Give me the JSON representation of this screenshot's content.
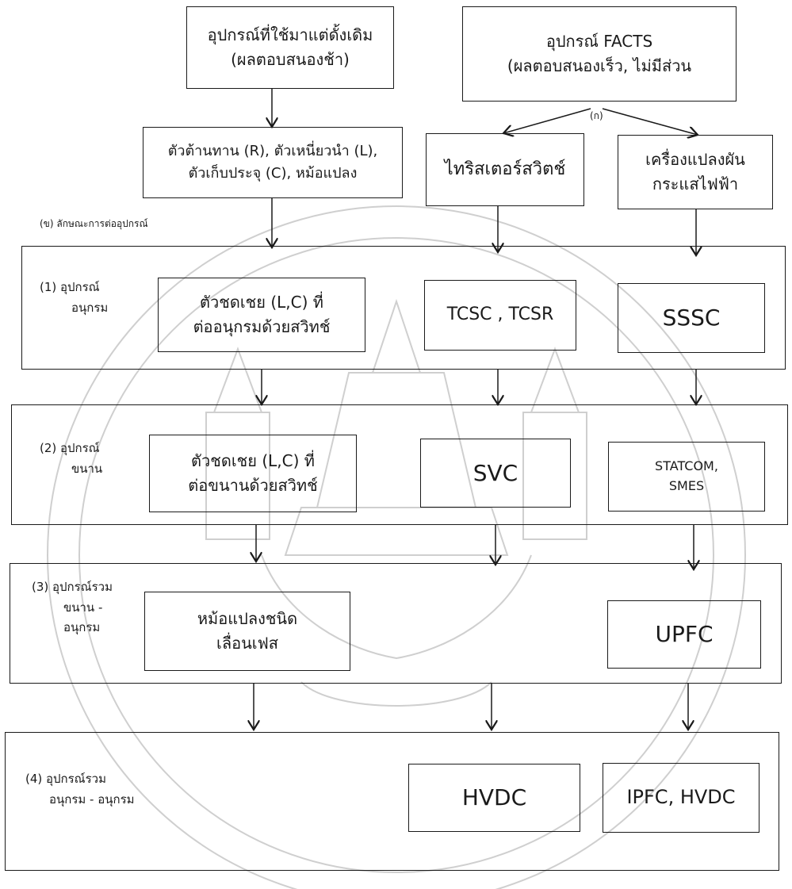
{
  "top": {
    "conventional": {
      "line1": "อุปกรณ์ที่ใช้มาแต่ดั้งเดิม",
      "line2": "(ผลตอบสนองช้า)"
    },
    "facts": {
      "line1": "อุปกรณ์ FACTS",
      "line2": "(ผลตอบสนองเร็ว, ไม่มีส่วน"
    }
  },
  "label_a": "(ก)",
  "label_b": "(ข)  ลักษณะการต่ออุปกรณ์",
  "categories": {
    "rlc": {
      "line1": "ตัวต้านทาน (R), ตัวเหนี่ยวนำ (L),",
      "line2": "ตัวเก็บประจุ (C), หม้อแปลง"
    },
    "thyristor": "ไทริสเตอร์สวิตช์",
    "converter": {
      "line1": "เครื่องแปลงผัน",
      "line2": "กระแสไฟฟ้า"
    }
  },
  "rows": [
    {
      "label": [
        "(1)  อุปกรณ์",
        "อนุกรม"
      ],
      "conventional": [
        "ตัวชดเชย (L,C) ที่",
        "ต่ออนุกรมด้วยสวิทช์"
      ],
      "thyristor": "TCSC , TCSR",
      "converter": "SSSC"
    },
    {
      "label": [
        "(2)  อุปกรณ์",
        "ขนาน"
      ],
      "conventional": [
        "ตัวชดเชย (L,C) ที่",
        "ต่อขนานด้วยสวิทช์"
      ],
      "thyristor": "SVC",
      "converter": [
        "STATCOM,",
        "SMES"
      ]
    },
    {
      "label": [
        "(3)  อุปกรณ์รวม",
        "ขนาน -",
        "อนุกรม"
      ],
      "conventional": [
        "หม้อแปลงชนิด",
        "เลื่อนเฟส"
      ],
      "converter": "UPFC"
    },
    {
      "label": [
        "(4)  อุปกรณ์รวม",
        "อนุกรม - อนุกรม"
      ],
      "thyristor": "HVDC",
      "converter": "IPFC, HVDC"
    }
  ],
  "colors": {
    "line": "#1a1a1a",
    "watermark": "#c9c9c9"
  }
}
